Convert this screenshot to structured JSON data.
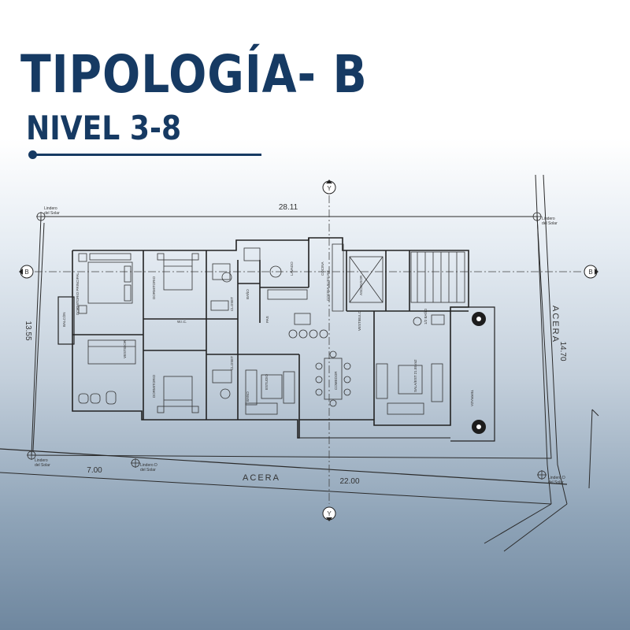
{
  "header": {
    "title": "TIPOLOGÍA- B",
    "subtitle": "NIVEL 3-8"
  },
  "plan": {
    "dimensions": {
      "top": "28.11",
      "left": "13.55",
      "right": "14.70",
      "bottom_left": "7.00",
      "bottom_right": "22.00"
    },
    "streets": {
      "bottom": "ACERA",
      "right": "ACERA"
    },
    "axes": {
      "vertical": "Y",
      "horizontal": "B"
    },
    "lot_markers": {
      "top_left": [
        "Lindero",
        "del Solar"
      ],
      "top_right": [
        "Lindero",
        "del Solar"
      ],
      "bottom_left": [
        "Lindero",
        "del Solar"
      ],
      "bottom_mid": [
        "Lindero D",
        "del Solar"
      ],
      "bottom_right": [
        "Lindero D",
        "del Solar"
      ]
    },
    "rooms": {
      "dormitorio_principal": "DORMITORIO PRINCIPAL",
      "balcon": "BALCÓN",
      "vestidor": "VESTIDOR",
      "dormitorio_1": "DORMITORIO",
      "dormitorio_2": "DORMITORIO",
      "wic": "W.I.C.",
      "closet_1": "CLOSET",
      "closet_2": "CLOSET",
      "bano_1": "BAÑO",
      "bano_2": "BAÑO",
      "estudio": "ESTUDIO",
      "comedor": "COMEDOR",
      "sala": "SALA/EST 21.55 m2",
      "terraza": "TERRAZA",
      "cocina": "COCINA",
      "lavado": "LAVADO",
      "ascensor": "ASCENSOR",
      "vestibulo": "VESTIBULO",
      "half_bath": "1/2 BAÑO",
      "pasillo": "PAS",
      "cocina_auxiliar": "COCINA AUXILIAR"
    }
  },
  "colors": {
    "brand": "#163a63",
    "line": "#2b2b2b"
  }
}
